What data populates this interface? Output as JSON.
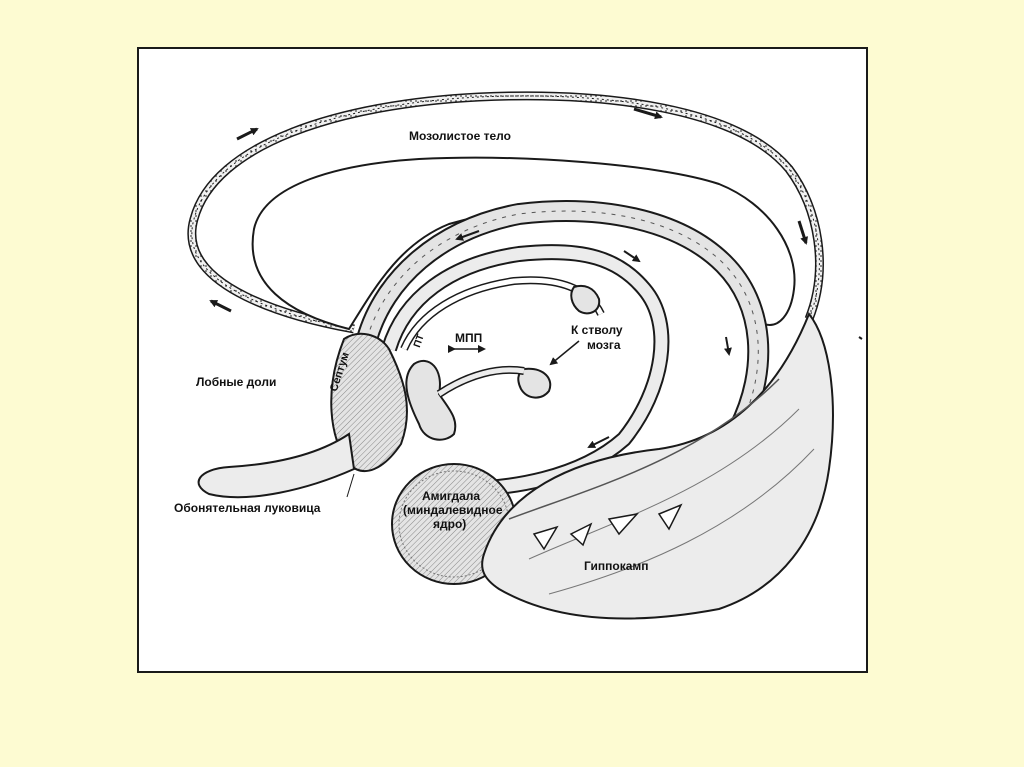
{
  "diagram": {
    "labels": {
      "corpus_callosum": "Мозолистое тело",
      "frontal_lobes": "Лобные доли",
      "olfactory_bulb": "Обонятельная луковица",
      "septum": "Септум",
      "pt": "ПТ",
      "mpp": "МПП",
      "to_brainstem_line1": "К стволу",
      "to_brainstem_line2": "мозга",
      "amygdala_line1": "Амигдала",
      "amygdala_line2": "(миндалевидное",
      "amygdala_line3": "ядро)",
      "hippocampus": "Гиппокамп"
    },
    "colors": {
      "slide_background": "#fdfbd2",
      "figure_background": "#ffffff",
      "ink": "#1a1a1a",
      "tissue_fill": "#e4e4e4",
      "dark_tissue": "#9a9a9a"
    }
  }
}
